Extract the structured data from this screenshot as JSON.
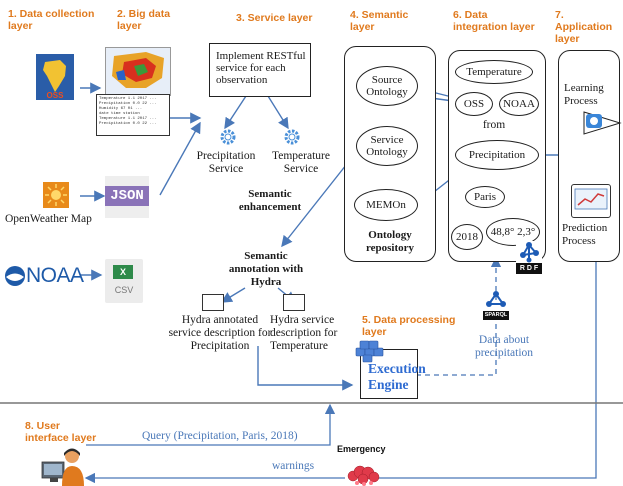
{
  "headers": {
    "data_collection": "1. Data collection layer",
    "big_data": "2. Big data layer",
    "service": "3. Service layer",
    "semantic": "4. Semantic layer",
    "processing": "5. Data processing layer",
    "integration": "6. Data integration layer",
    "application": "7. Application layer",
    "user_interface": "8. User interface layer"
  },
  "sources": {
    "oss_logo": "OSS",
    "openweather_label": "OpenWeather Map",
    "noaa_logo": "NOAA",
    "json_logo": "JSON",
    "csv_logo": "CSV",
    "xls_logo": "X",
    "code_lines": [
      "Temperature 1.1 2017 ...",
      "Precipitation 0.0 22 ...",
      "Humidity 67 01 ...",
      "date time station"
    ]
  },
  "service_layer": {
    "restful_box": "Implement RESTful service for each observation",
    "precipitation_service": "Precipitation Service",
    "temperature_service": "Temperature Service",
    "semantic_enhancement": "Semantic enhancement",
    "semantic_annotation": "Semantic annotation with Hydra",
    "hydra_precip": "Hydra annotated service description for Precipitation",
    "hydra_temp": "Hydra service description for Temperature"
  },
  "semantic_layer": {
    "source_ontology": "Source Ontology",
    "service_ontology": "Service Ontology",
    "memon": "MEMOn",
    "repository": "Ontology repository"
  },
  "integration_layer": {
    "temperature": "Temperature",
    "oss": "OSS",
    "noaa": "NOAA",
    "from": "from",
    "precipitation": "Precipitation",
    "paris": "Paris",
    "year": "2018",
    "coords": "48,8° 2,3°",
    "rdf": "R D F"
  },
  "processing_layer": {
    "engine": "Execution Engine",
    "sparql": "SPARQL",
    "data_about": "Data about precipitation"
  },
  "application_layer": {
    "learning": "Learning Process",
    "prediction": "Prediction Process"
  },
  "user_layer": {
    "query": "Query (Precipitation, Paris, 2018)",
    "emergency": "Emergency",
    "warnings": "warnings"
  },
  "colors": {
    "header": "#e07a1e",
    "arrow": "#4a78b8",
    "engine": "#2e6bd1"
  }
}
